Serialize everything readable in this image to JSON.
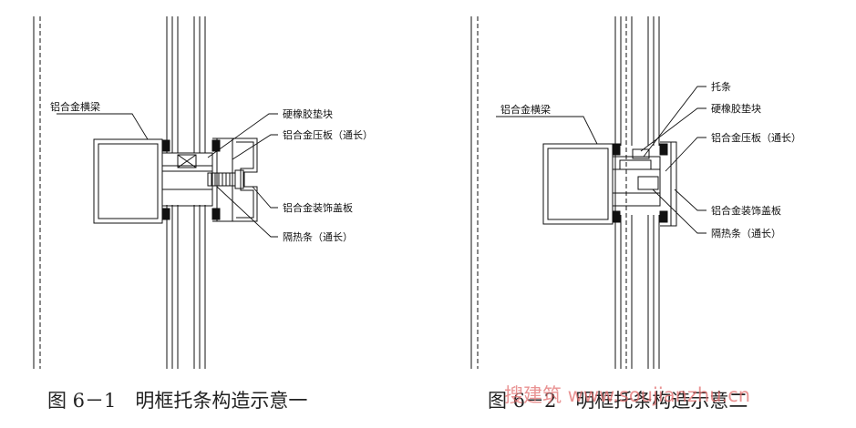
{
  "figure1": {
    "caption": "图 6－1　明框托条构造示意一",
    "labels": {
      "crossbeam": "铝合金横梁",
      "rubber_block": "硬橡胶垫块",
      "press_plate": "铝合金压板（通长）",
      "cover_plate": "铝合金装饰盖板",
      "insulation_strip": "隔热条（通长）"
    }
  },
  "figure2": {
    "caption": "图 6－2　明框托条构造示意二",
    "labels": {
      "bracket": "托条",
      "rubber_block": "硬橡胶垫块",
      "crossbeam": "铝合金横梁",
      "press_plate": "铝合金压板（通长）",
      "cover_plate": "铝合金装饰盖板",
      "insulation_strip": "隔热条（通长）"
    }
  },
  "watermark": "搜建筑 www.soujianzhu.cn"
}
